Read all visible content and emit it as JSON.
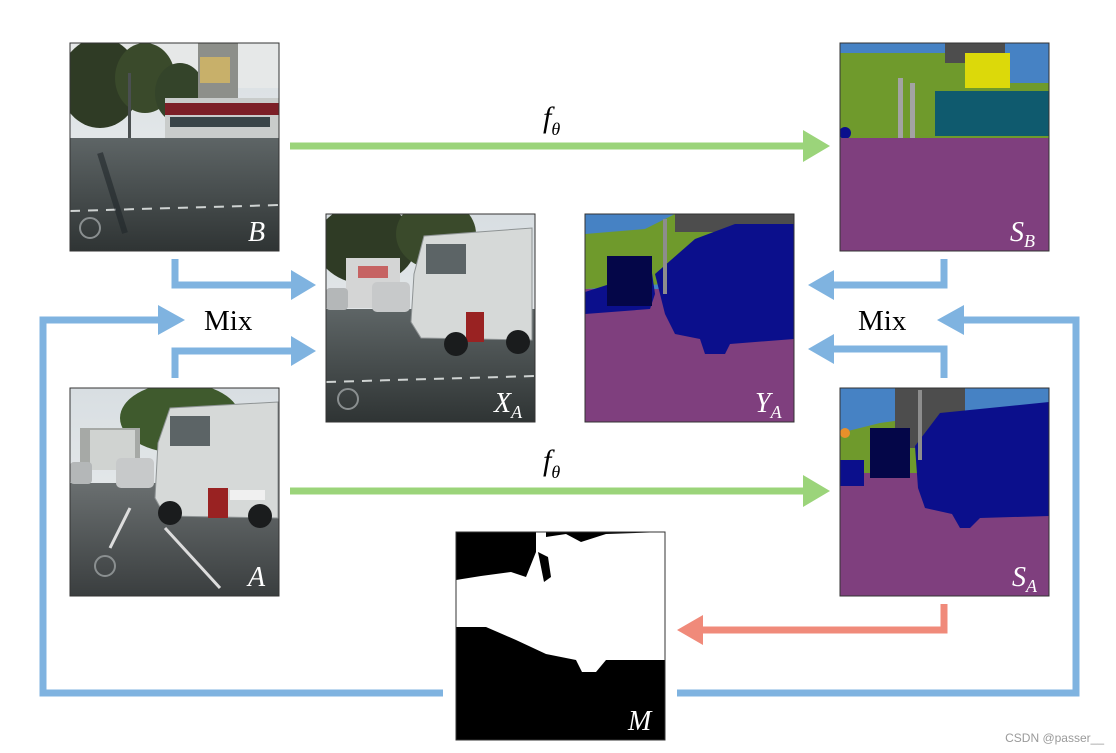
{
  "diagram": {
    "colors": {
      "forward_arrow": "#9bd47a",
      "mix_arrow": "#7fb3e0",
      "mask_arrow": "#f08a7a",
      "road": "#7f3f7e",
      "vegetation": "#6f9a2c",
      "sky": "#4682c4",
      "vehicle": "#0b0f8c",
      "truck": "#0f5a6e",
      "sign": "#dcd90a",
      "building": "#4d4d4d"
    },
    "tiles": {
      "b": {
        "label": "B"
      },
      "a": {
        "label": "A"
      },
      "xa": {
        "label": "X",
        "sub": "A"
      },
      "ya": {
        "label": "Y",
        "sub": "A"
      },
      "sb": {
        "label": "S",
        "sub": "B"
      },
      "sa": {
        "label": "S",
        "sub": "A"
      },
      "m": {
        "label": "M"
      }
    },
    "labels": {
      "mix_left": "Mix",
      "mix_right": "Mix",
      "f_top": "f",
      "f_top_sub": "θ",
      "f_bottom": "f",
      "f_bottom_sub": "θ"
    }
  },
  "watermark": "CSDN @passer__"
}
